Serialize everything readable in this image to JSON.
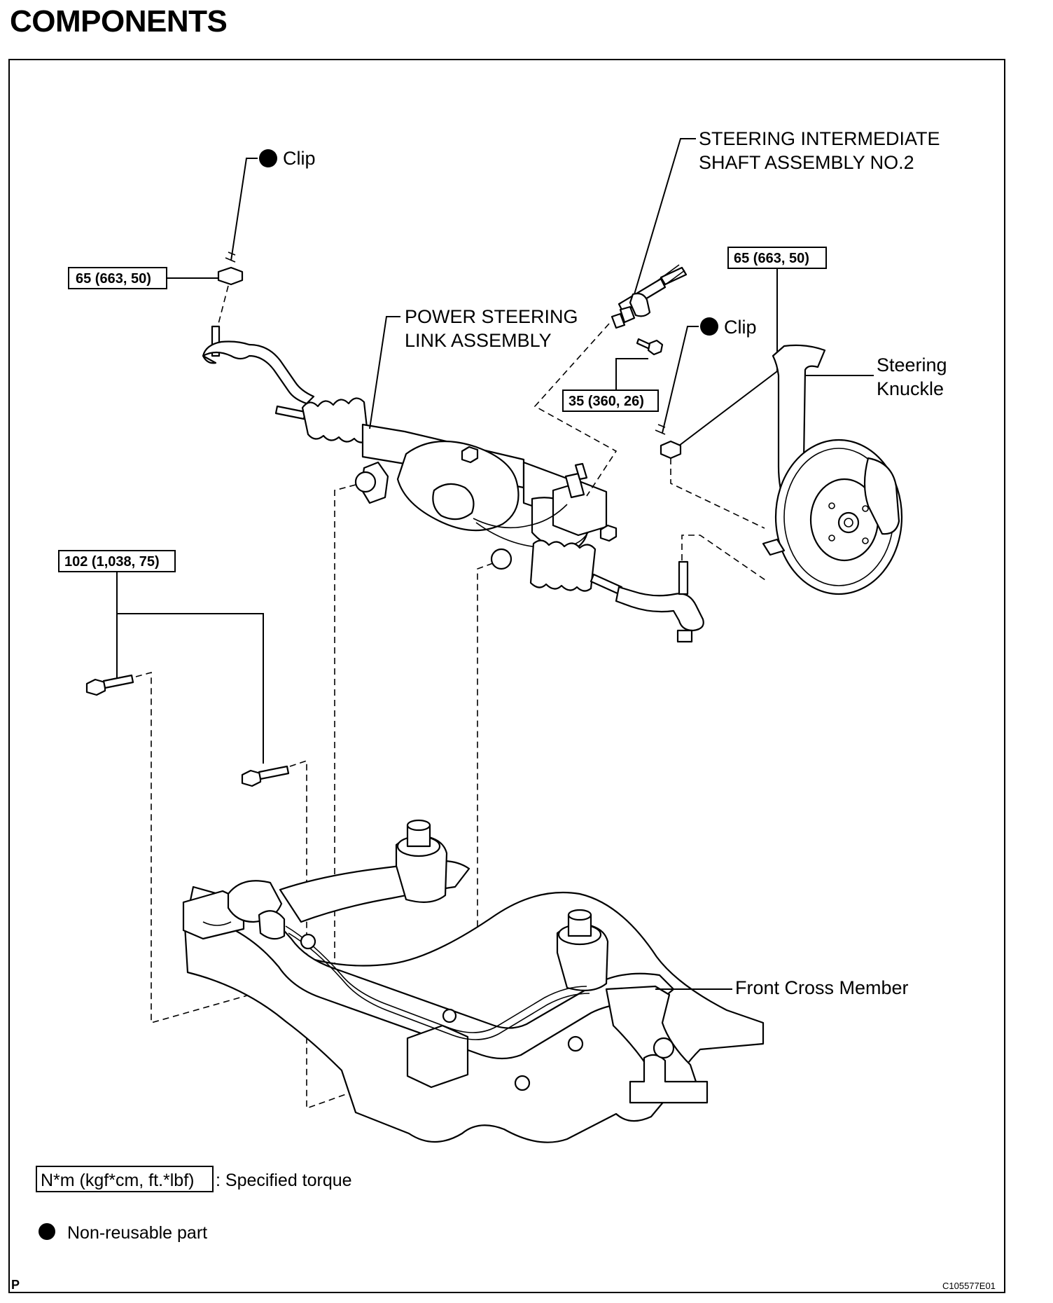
{
  "title": "COMPONENTS",
  "labels": {
    "clip_left": "Clip",
    "clip_right": "Clip",
    "intermediate_shaft_line1": "STEERING INTERMEDIATE",
    "intermediate_shaft_line2": "SHAFT ASSEMBLY NO.2",
    "power_steering_line1": "POWER STEERING",
    "power_steering_line2": "LINK ASSEMBLY",
    "steering_knuckle_line1": "Steering",
    "steering_knuckle_line2": "Knuckle",
    "front_cross_member": "Front Cross Member"
  },
  "torques": {
    "tie_rod_left": "65 (663, 50)",
    "tie_rod_right": "65 (663, 50)",
    "intermediate_bolt": "35 (360, 26)",
    "rack_mount_bolts": "102 (1,038, 75)"
  },
  "legend": {
    "torque_unit": "N*m (kgf*cm, ft.*lbf)",
    "torque_desc": ": Specified torque",
    "nonreusable_desc": "Non-reusable part"
  },
  "footer": {
    "page_marker": "P",
    "figure_code": "C105577E01"
  }
}
